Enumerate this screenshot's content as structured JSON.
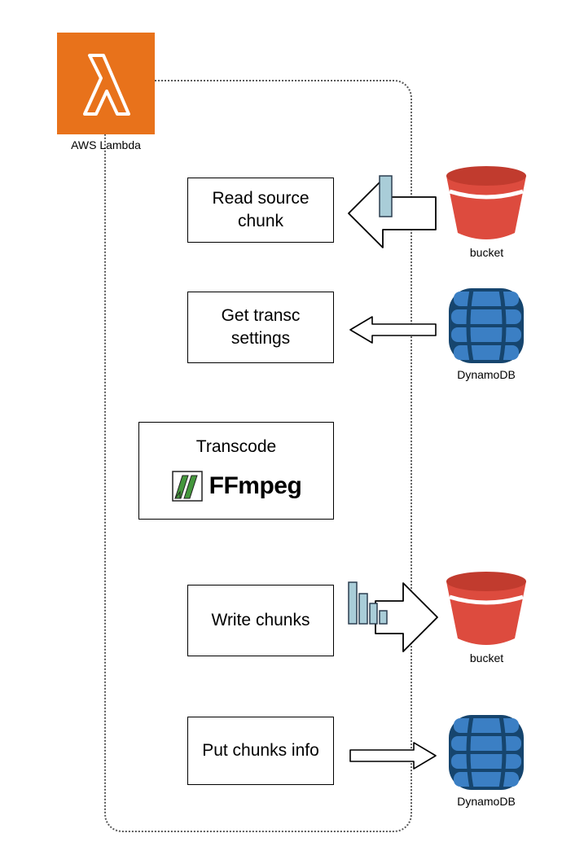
{
  "lambda": {
    "label": "AWS Lambda"
  },
  "steps": {
    "read_source": "Read source chunk",
    "get_settings": "Get transc settings",
    "transcode": "Transcode",
    "ffmpeg": "FFmpeg",
    "write_chunks": "Write chunks",
    "put_chunks": "Put chunks info"
  },
  "datastores": {
    "bucket_top": "bucket",
    "dynamodb_top": "DynamoDB",
    "bucket_bottom": "bucket",
    "dynamodb_bottom": "DynamoDB"
  },
  "icons": {
    "lambda": "aws-lambda-icon",
    "bucket": "s3-bucket-icon",
    "dynamodb": "dynamodb-icon",
    "ffmpeg": "ffmpeg-logo-icon",
    "chunk": "chunk-icon",
    "chunk_bars": "chunk-bars-icon"
  },
  "colors": {
    "lambda_orange": "#E8721B",
    "bucket_red": "#DD4B3E",
    "bucket_rim": "#C13B2E",
    "dynamo_blue": "#3B7FC4",
    "dynamo_dark": "#16456E",
    "ffmpeg_green": "#44973C",
    "chunk_blue": "#A9CDD8"
  }
}
